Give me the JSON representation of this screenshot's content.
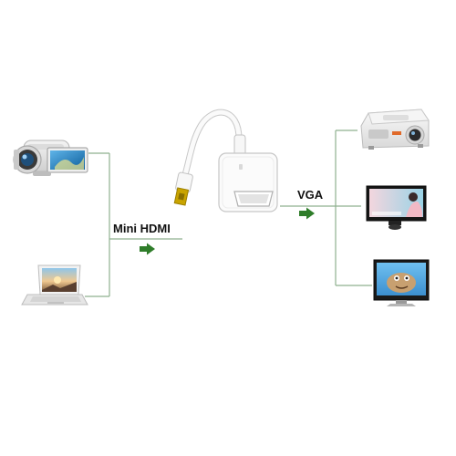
{
  "labels": {
    "input": "Mini HDMI",
    "output": "VGA"
  },
  "colors": {
    "connector_line": "#8fb08f",
    "arrow": "#2f7d2a",
    "device_body": "#e9e9e9",
    "screen_blue": "#1b7fc0",
    "cable_white": "#f6f6f6",
    "gold_plug": "#c9a400"
  },
  "devices": {
    "sources": [
      "camcorder-icon",
      "laptop-icon"
    ],
    "adapter": "mini-hdmi-to-vga-adapter",
    "outputs": [
      "projector-icon",
      "monitor-icon",
      "monitor-icon"
    ]
  }
}
